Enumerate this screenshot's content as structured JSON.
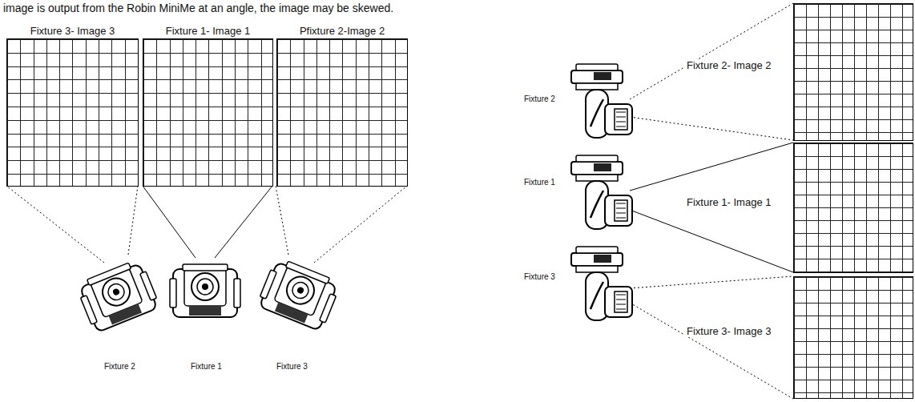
{
  "diagram": {
    "nodes": [
      {
        "text": [
          "Fixture 3- Image 3"
        ]
      },
      {
        "text": [
          "Fixture 1- Image 1"
        ]
      },
      {
        "text": [
          "Pfixture 2-Image 2"
        ]
      },
      {
        "text": [
          "Fixture 2- Image 2"
        ]
      },
      {
        "text": [
          "Fixture 1- Image 1"
        ]
      },
      {
        "text": [
          "Fixture 3- Image 3"
        ]
      }
    ],
    "labels": [
      "image is output from the Robin MiniMe at an angle, the image may be skewed.",
      "Fixture 2",
      "Fixture 1",
      "Fixture 3",
      "Fixture 2",
      "Fixture 1",
      "Fixture 3"
    ]
  }
}
